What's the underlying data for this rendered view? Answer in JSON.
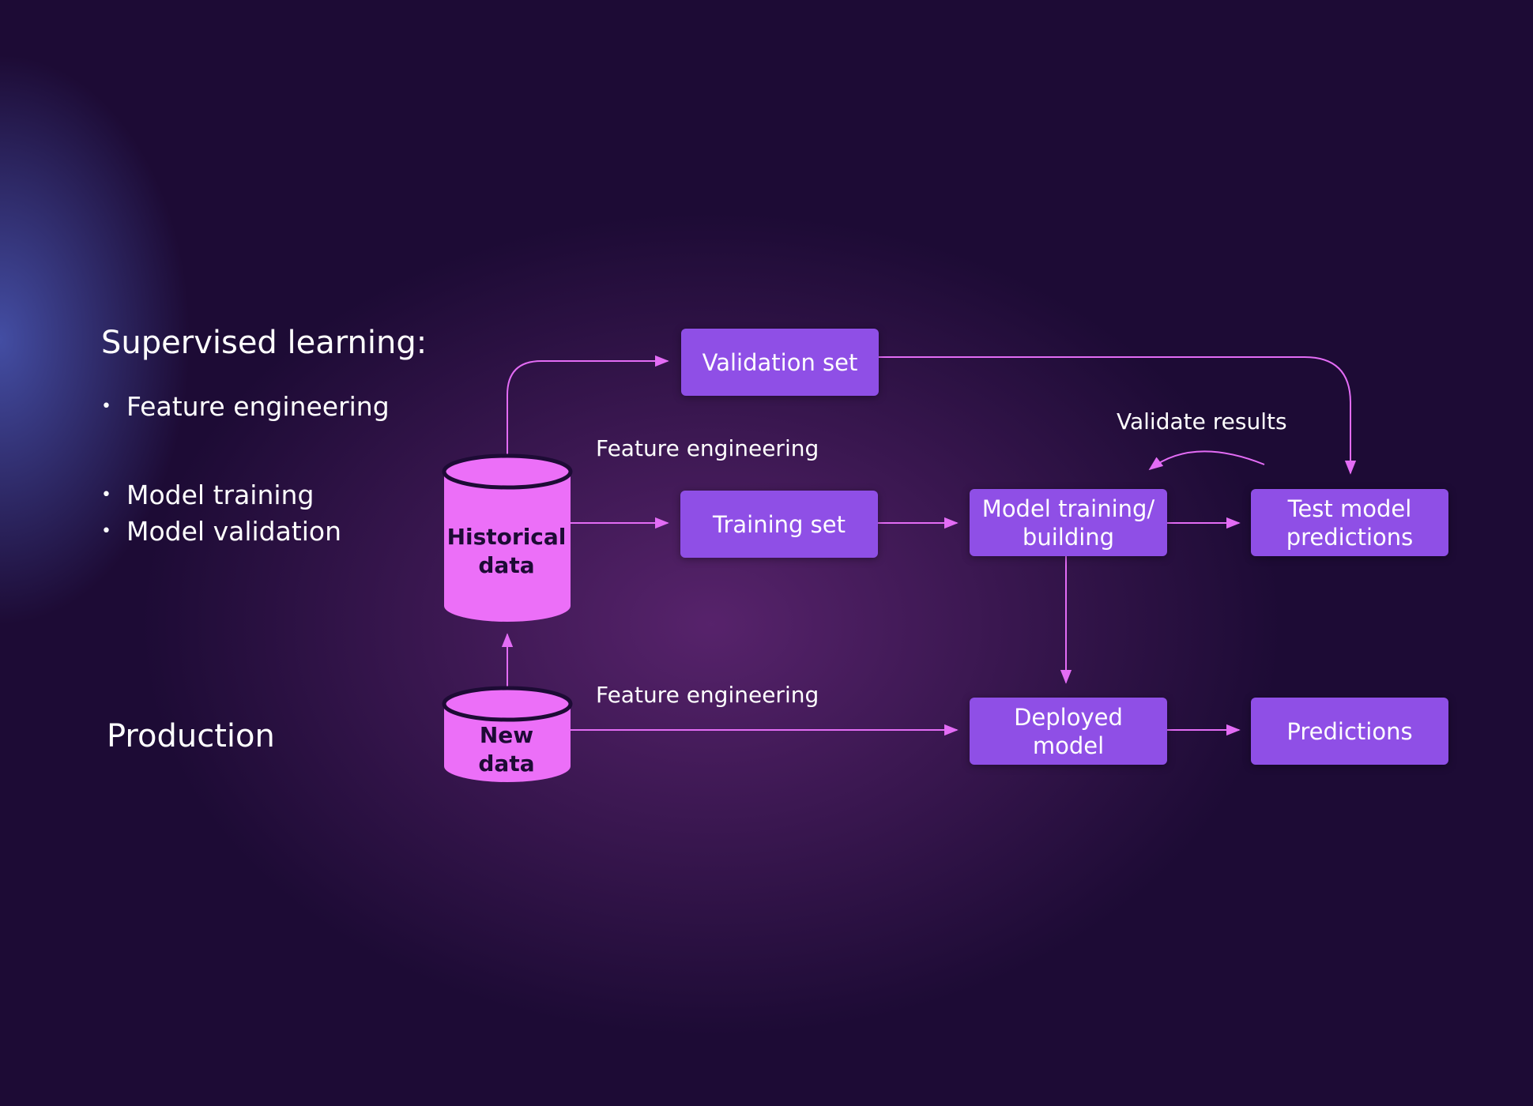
{
  "heading": "Supervised learning:",
  "supervised_items_a": [
    "Feature engineering"
  ],
  "supervised_items_b": [
    "Model training",
    "Model validation"
  ],
  "production_label": "Production",
  "nodes": {
    "historical_data": "Historical\ndata",
    "new_data": "New\ndata",
    "validation_set": "Validation set",
    "training_set": "Training set",
    "model_training": "Model training/\nbuilding",
    "test_predictions": "Test model\npredictions",
    "deployed_model": "Deployed\nmodel",
    "predictions": "Predictions"
  },
  "edge_labels": {
    "feature_engineering_top": "Feature engineering",
    "feature_engineering_bottom": "Feature engineering",
    "validate_results": "Validate results"
  },
  "colors": {
    "background": "#1d0b35",
    "box_fill": "#8f4fe6",
    "cylinder_fill": "#ec6ff8",
    "arrow": "#e36cf5",
    "text": "#ffffff"
  }
}
